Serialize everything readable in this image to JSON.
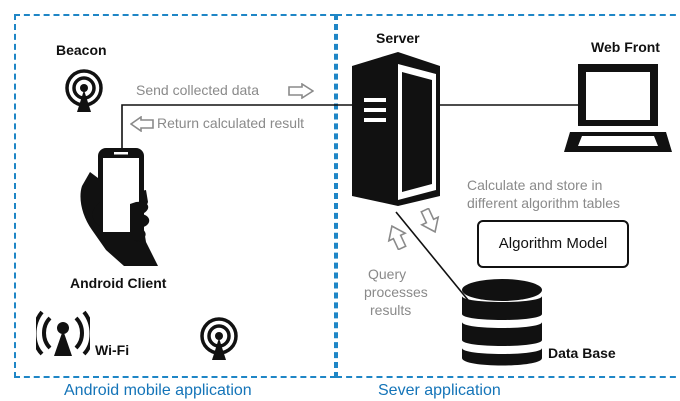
{
  "panels": {
    "left_caption": "Android mobile application",
    "right_caption": "Sever application"
  },
  "nodes": {
    "beacon": "Beacon",
    "server": "Server",
    "web_front": "Web Front",
    "android_client": "Android Client",
    "wifi": "Wi-Fi",
    "algorithm_model": "Algorithm Model",
    "data_base": "Data Base"
  },
  "edges": {
    "send": "Send collected data",
    "return": "Return calculated result",
    "calc_line1": "Calculate and store in",
    "calc_line2": "different algorithm tables",
    "query_line1": "Query",
    "query_line2": "processes",
    "query_line3": "results"
  },
  "colors": {
    "panel_border": "#1f86c6",
    "caption": "#1474b8",
    "gray_text": "#8a8a8a",
    "icon": "#111111"
  },
  "icons": [
    "beacon-icon",
    "server-icon",
    "laptop-icon",
    "phone-hand-icon",
    "wifi-antenna-icon",
    "database-icon",
    "arrow-right-icon",
    "arrow-left-icon",
    "arrow-down-icon",
    "arrow-up-icon"
  ]
}
